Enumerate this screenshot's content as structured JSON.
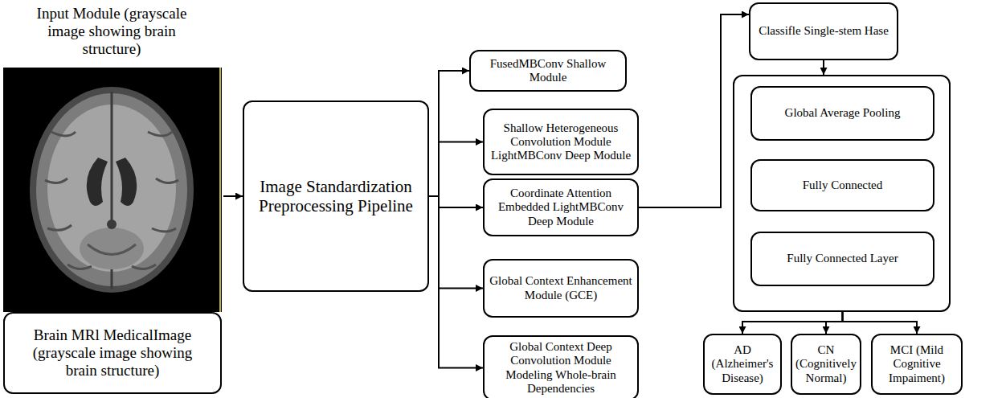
{
  "diagram": {
    "nodes": [
      {
        "text": [
          "Input Module (grayscale image showing brain structure)"
        ]
      },
      {
        "text": [
          "Brain MRl MedicalImage (grayscale image showing brain structure)"
        ],
        "in": 0
      },
      {
        "text": [
          "Image Standardization Preprocessing Pipeline"
        ]
      },
      {
        "text": [
          "FusedMBConv Shallow Module"
        ]
      },
      {
        "text": [
          "Shallow Heterogeneous Convolution Module LightMBConv Deep Module"
        ]
      },
      {
        "text": [
          "Coordinate Attention Embedded LightMBConv Deep Module"
        ]
      },
      {
        "text": [
          "Global Context Enhancement Module (GCE)"
        ]
      },
      {
        "text": [
          "Global Context Deep Convolution Module Modeling Whole-brain Dependencies"
        ]
      },
      {
        "text": [
          "Classifle Single-stem Hase"
        ]
      },
      {
        "text": []
      },
      {
        "text": [
          "Global Average Pooling"
        ],
        "in": 9
      },
      {
        "text": [
          "Fully Connected"
        ],
        "in": 9
      },
      {
        "text": [
          "Fully Connected Layer"
        ],
        "in": 9
      },
      {
        "text": [
          "AD (Alzheimer's Disease)"
        ]
      },
      {
        "text": [
          "CN (Cognitively Normal)"
        ]
      },
      {
        "text": [
          "MCI (Mild Cognitive Impaiment)"
        ]
      }
    ],
    "edges": [
      {
        "from": 0,
        "to": 2,
        "arrow": "to"
      },
      {
        "from": 2,
        "to": 3,
        "arrow": "to"
      },
      {
        "from": 2,
        "to": 4,
        "arrow": "to"
      },
      {
        "from": 2,
        "to": 5,
        "arrow": "to"
      },
      {
        "from": 2,
        "to": 6,
        "arrow": "to"
      },
      {
        "from": 2,
        "to": 7,
        "arrow": "to"
      },
      {
        "from": 5,
        "to": 8,
        "arrow": "to"
      },
      {
        "from": 8,
        "to": 9,
        "arrow": "to"
      },
      {
        "from": 10,
        "to": 11,
        "arrow": "to"
      },
      {
        "from": 11,
        "to": 12,
        "arrow": "to"
      },
      {
        "from": 12,
        "to": 13,
        "arrow": "to"
      },
      {
        "from": 12,
        "to": 14,
        "arrow": "to"
      },
      {
        "from": 12,
        "to": 15,
        "arrow": "to"
      }
    ]
  }
}
